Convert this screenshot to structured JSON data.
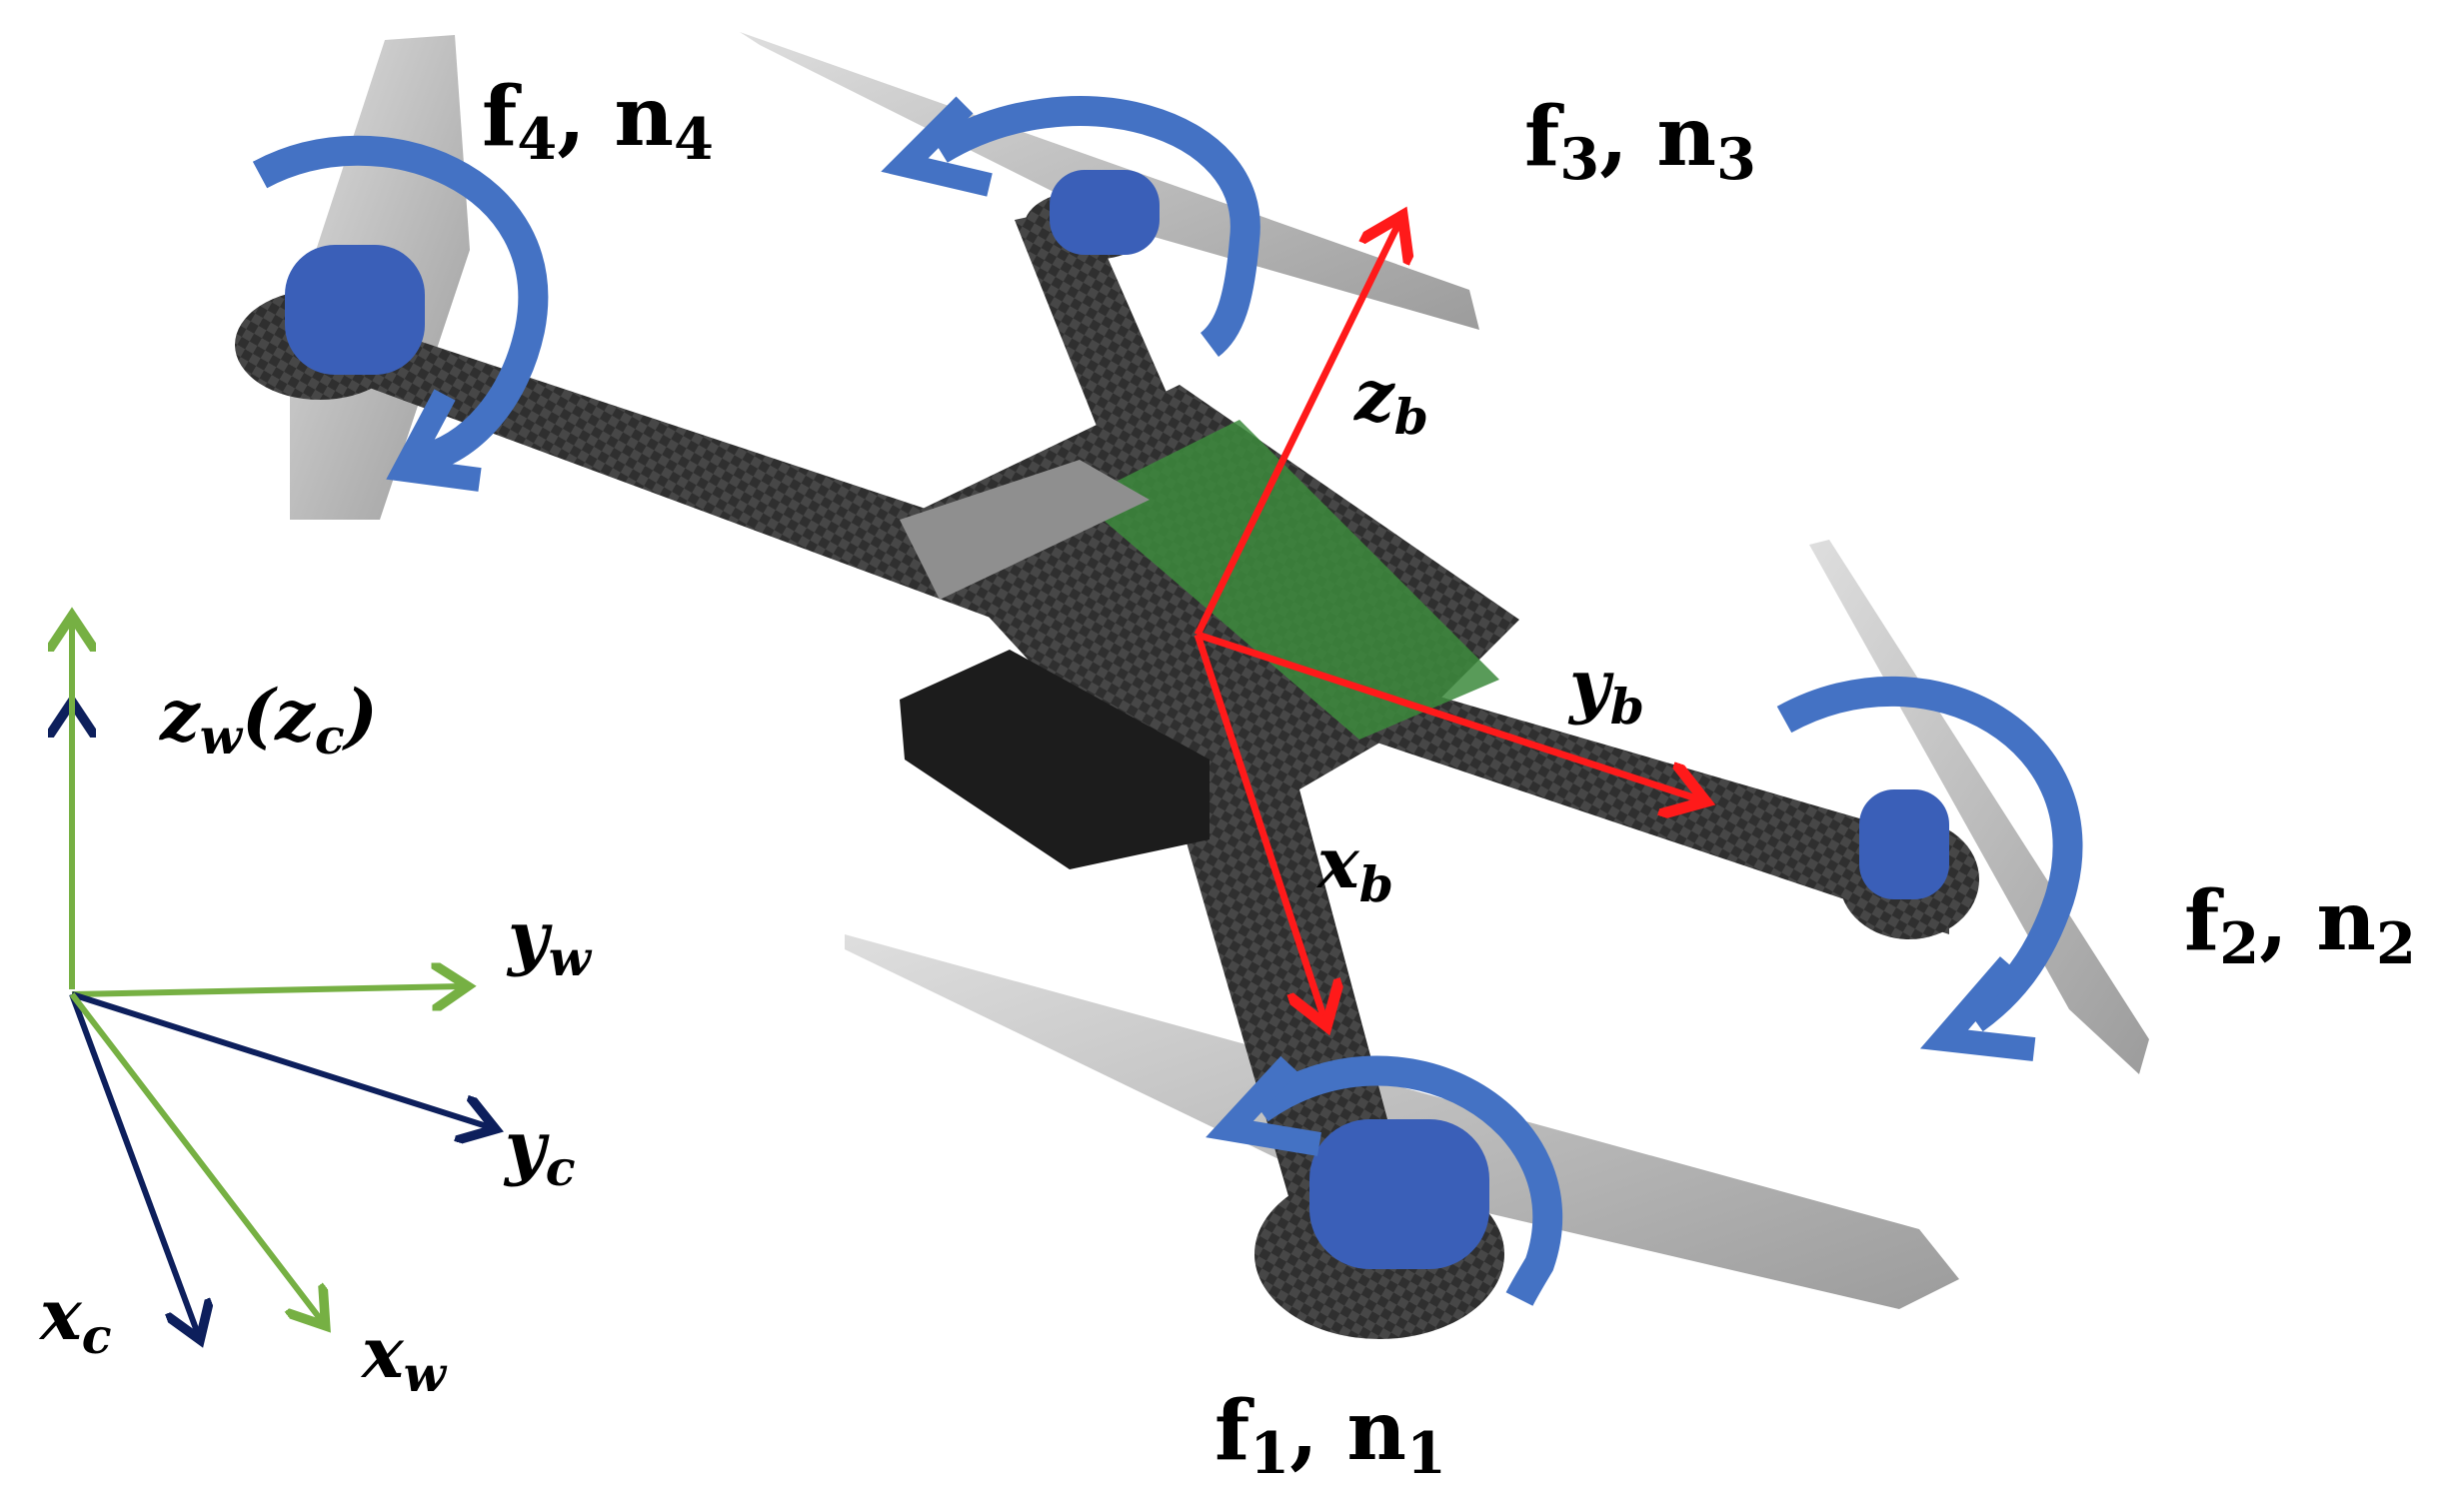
{
  "rotors": [
    {
      "id": "1",
      "label_main": "f",
      "sub": "1",
      "label_second": "n",
      "sub2": "1"
    },
    {
      "id": "2",
      "label_main": "f",
      "sub": "2",
      "label_second": "n",
      "sub2": "2"
    },
    {
      "id": "3",
      "label_main": "f",
      "sub": "3",
      "label_second": "n",
      "sub2": "3"
    },
    {
      "id": "4",
      "label_main": "f",
      "sub": "4",
      "label_second": "n",
      "sub2": "4"
    }
  ],
  "body_frame": {
    "z": {
      "base": "z",
      "sub": "b"
    },
    "y": {
      "base": "y",
      "sub": "b"
    },
    "x": {
      "base": "x",
      "sub": "b"
    }
  },
  "world_frame": {
    "z": {
      "base": "z",
      "sub": "w",
      "paren": "z",
      "paren_sub": "c"
    },
    "y_w": {
      "base": "y",
      "sub": "w"
    },
    "x_w": {
      "base": "x",
      "sub": "w"
    },
    "y_c": {
      "base": "y",
      "sub": "c"
    },
    "x_c": {
      "base": "x",
      "sub": "c"
    }
  },
  "colors": {
    "body_axes": "#ff1a1a",
    "world_axes": "#76b043",
    "camera_axes": "#0d1f5c",
    "rotation_arrows": "#4472c4",
    "frame": "#2b2b2b",
    "motor": "#3a5fb8",
    "propeller": "#b5b5b5",
    "board": "#3c8a3c"
  }
}
